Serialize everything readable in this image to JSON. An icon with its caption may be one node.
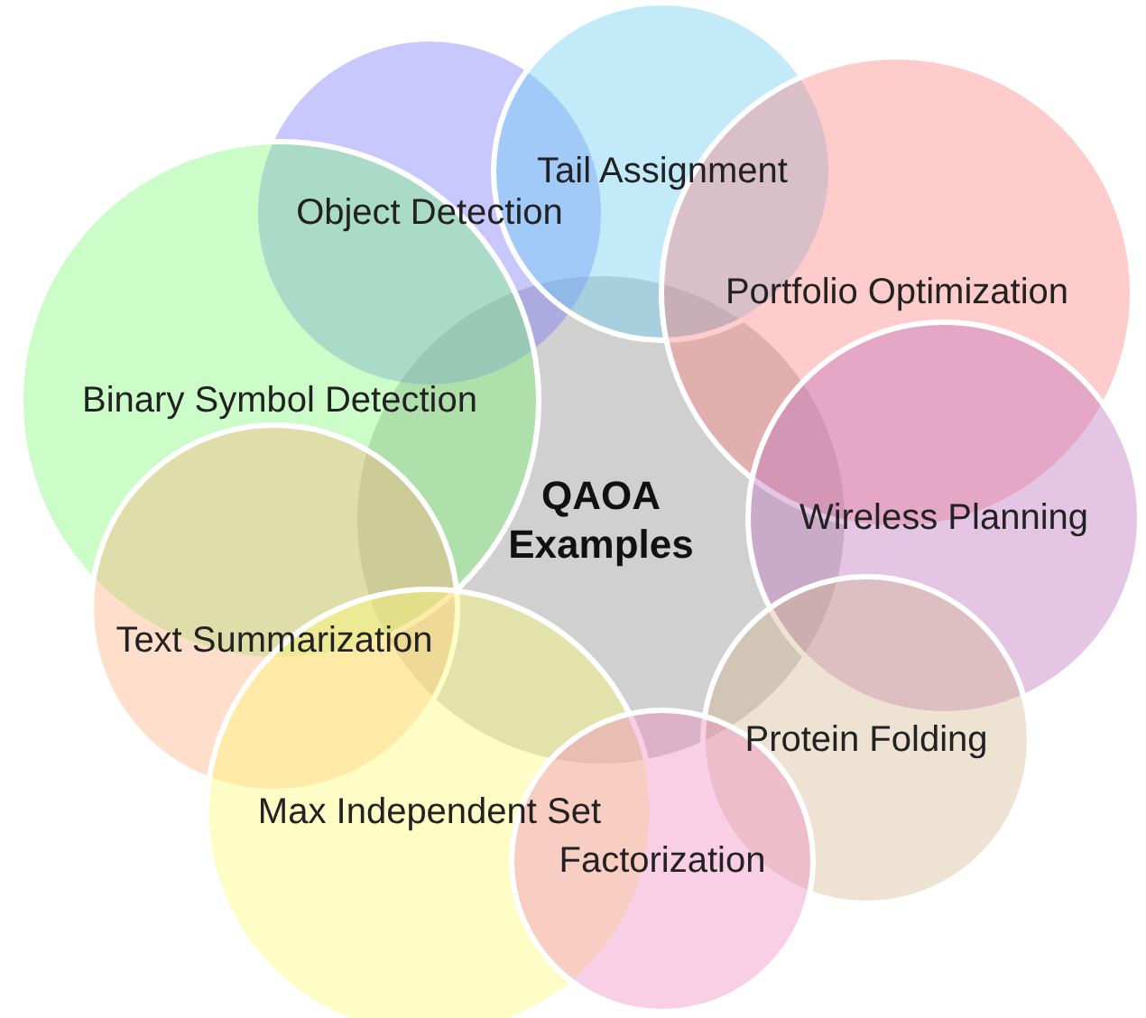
{
  "diagram": {
    "nodes": [
      {
        "text": [
          "QAOA Examples"
        ]
      },
      {
        "text": [
          "Object Detection"
        ]
      },
      {
        "text": [
          "Tail Assignment"
        ]
      },
      {
        "text": [
          "Portfolio Optimization"
        ]
      },
      {
        "text": [
          "Binary Symbol Detection"
        ]
      },
      {
        "text": [
          "Wireless Planning"
        ]
      },
      {
        "text": [
          "Text Summarization"
        ]
      },
      {
        "text": [
          "Protein Folding"
        ]
      },
      {
        "text": [
          "Max Independent Set"
        ]
      },
      {
        "text": [
          "Factorization"
        ]
      }
    ]
  }
}
